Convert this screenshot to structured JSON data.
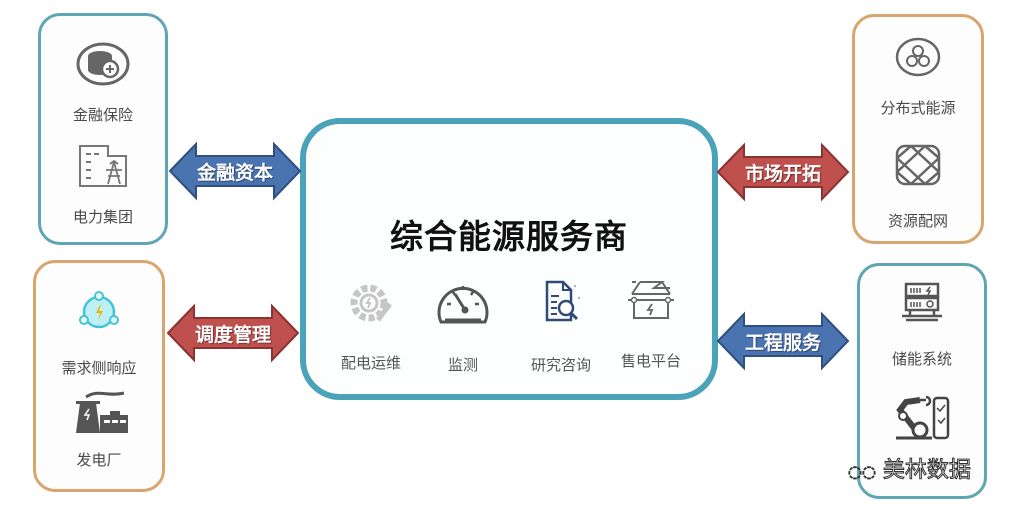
{
  "center": {
    "title": "综合能源服务商",
    "services": [
      {
        "label": "配电运维",
        "icon": "gear-wrench-icon"
      },
      {
        "label": "监测",
        "icon": "gauge-icon"
      },
      {
        "label": "研究咨询",
        "icon": "document-search-icon"
      },
      {
        "label": "售电平台",
        "icon": "power-platform-icon"
      }
    ]
  },
  "left_top": {
    "items": [
      {
        "label": "金融保险",
        "icon": "coins-icon"
      },
      {
        "label": "电力集团",
        "icon": "building-tower-icon"
      }
    ]
  },
  "left_bottom": {
    "items": [
      {
        "label": "需求侧响应",
        "icon": "network-bolt-icon"
      },
      {
        "label": "发电厂",
        "icon": "power-plant-icon"
      }
    ]
  },
  "right_top": {
    "items": [
      {
        "label": "分布式能源",
        "icon": "cluster-icon"
      },
      {
        "label": "资源配网",
        "icon": "grid-icon"
      }
    ]
  },
  "right_bottom": {
    "items": [
      {
        "label": "储能系统",
        "icon": "battery-rack-icon"
      },
      {
        "label": "",
        "icon": "robot-arm-icon"
      }
    ]
  },
  "arrows": {
    "finance_capital": {
      "label": "金融资本",
      "color": "#4a74b0"
    },
    "dispatch_management": {
      "label": "调度管理",
      "color": "#c0504d"
    },
    "market_expansion": {
      "label": "市场开拓",
      "color": "#c0504d"
    },
    "engineering_service": {
      "label": "工程服务",
      "color": "#4a74b0"
    }
  },
  "watermark": "美林数据",
  "colors": {
    "teal_border": "#5ea6b4",
    "tan_border": "#d9a56e",
    "center_border": "#4ba3b9",
    "blue_arrow": "#4a74b0",
    "red_arrow": "#c0504d"
  }
}
